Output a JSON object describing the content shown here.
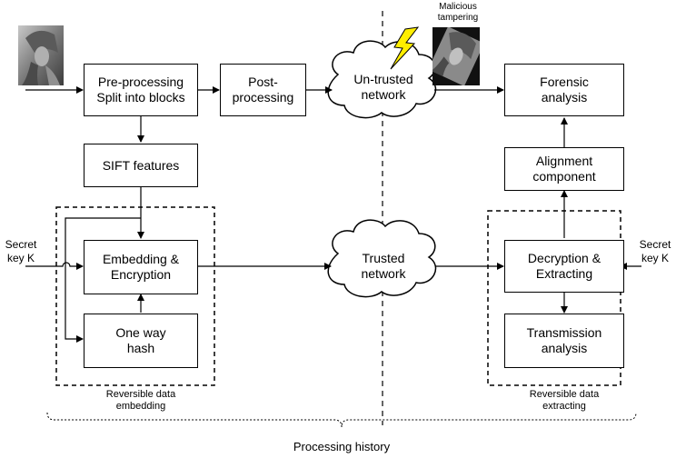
{
  "blocks": {
    "preprocessing": "Pre-processing\nSplit into blocks",
    "postprocessing": "Post-\nprocessing",
    "sift": "SIFT features",
    "embedding": "Embedding &\nEncryption",
    "oneway": "One way\nhash",
    "forensic": "Forensic\nanalysis",
    "alignment": "Alignment\ncomponent",
    "decryption": "Decryption &\nExtracting",
    "transmission": "Transmission\nanalysis"
  },
  "clouds": {
    "untrusted": "Un-trusted\nnetwork",
    "trusted": "Trusted\nnetwork"
  },
  "labels": {
    "malicious": "Malicious\ntampering",
    "secret_left": "Secret\nkey K",
    "secret_right": "Secret\nkey K",
    "rde": "Reversible data\nembedding",
    "rdx": "Reversible data\nextracting",
    "history": "Processing history"
  },
  "colors": {
    "lightning": "#ffee00",
    "line": "#000000"
  }
}
